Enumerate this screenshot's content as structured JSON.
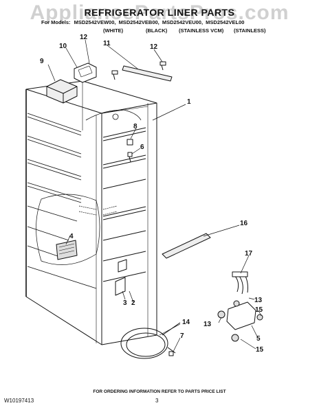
{
  "watermark": "AppliancePartsPros.com",
  "title": "REFRIGERATOR LINER PARTS",
  "models": {
    "prefix": "For Models:",
    "list": [
      "MSD2542VEW00,",
      "MSD2542VEB00,",
      "MSD2542VEU00,",
      "MSD2542VEL00"
    ]
  },
  "finishes": [
    "(WHITE)",
    "(BLACK)",
    "(STAINLESS VCM)",
    "(STAINLESS)"
  ],
  "callouts": [
    "1",
    "2",
    "3",
    "4",
    "5",
    "6",
    "7",
    "8",
    "9",
    "10",
    "11",
    "12",
    "12",
    "13",
    "13",
    "14",
    "15",
    "15",
    "16",
    "17"
  ],
  "footer": {
    "ordering_note": "FOR ORDERING INFORMATION REFER TO PARTS PRICE LIST",
    "document_number": "W10197413",
    "page_number": "3"
  }
}
